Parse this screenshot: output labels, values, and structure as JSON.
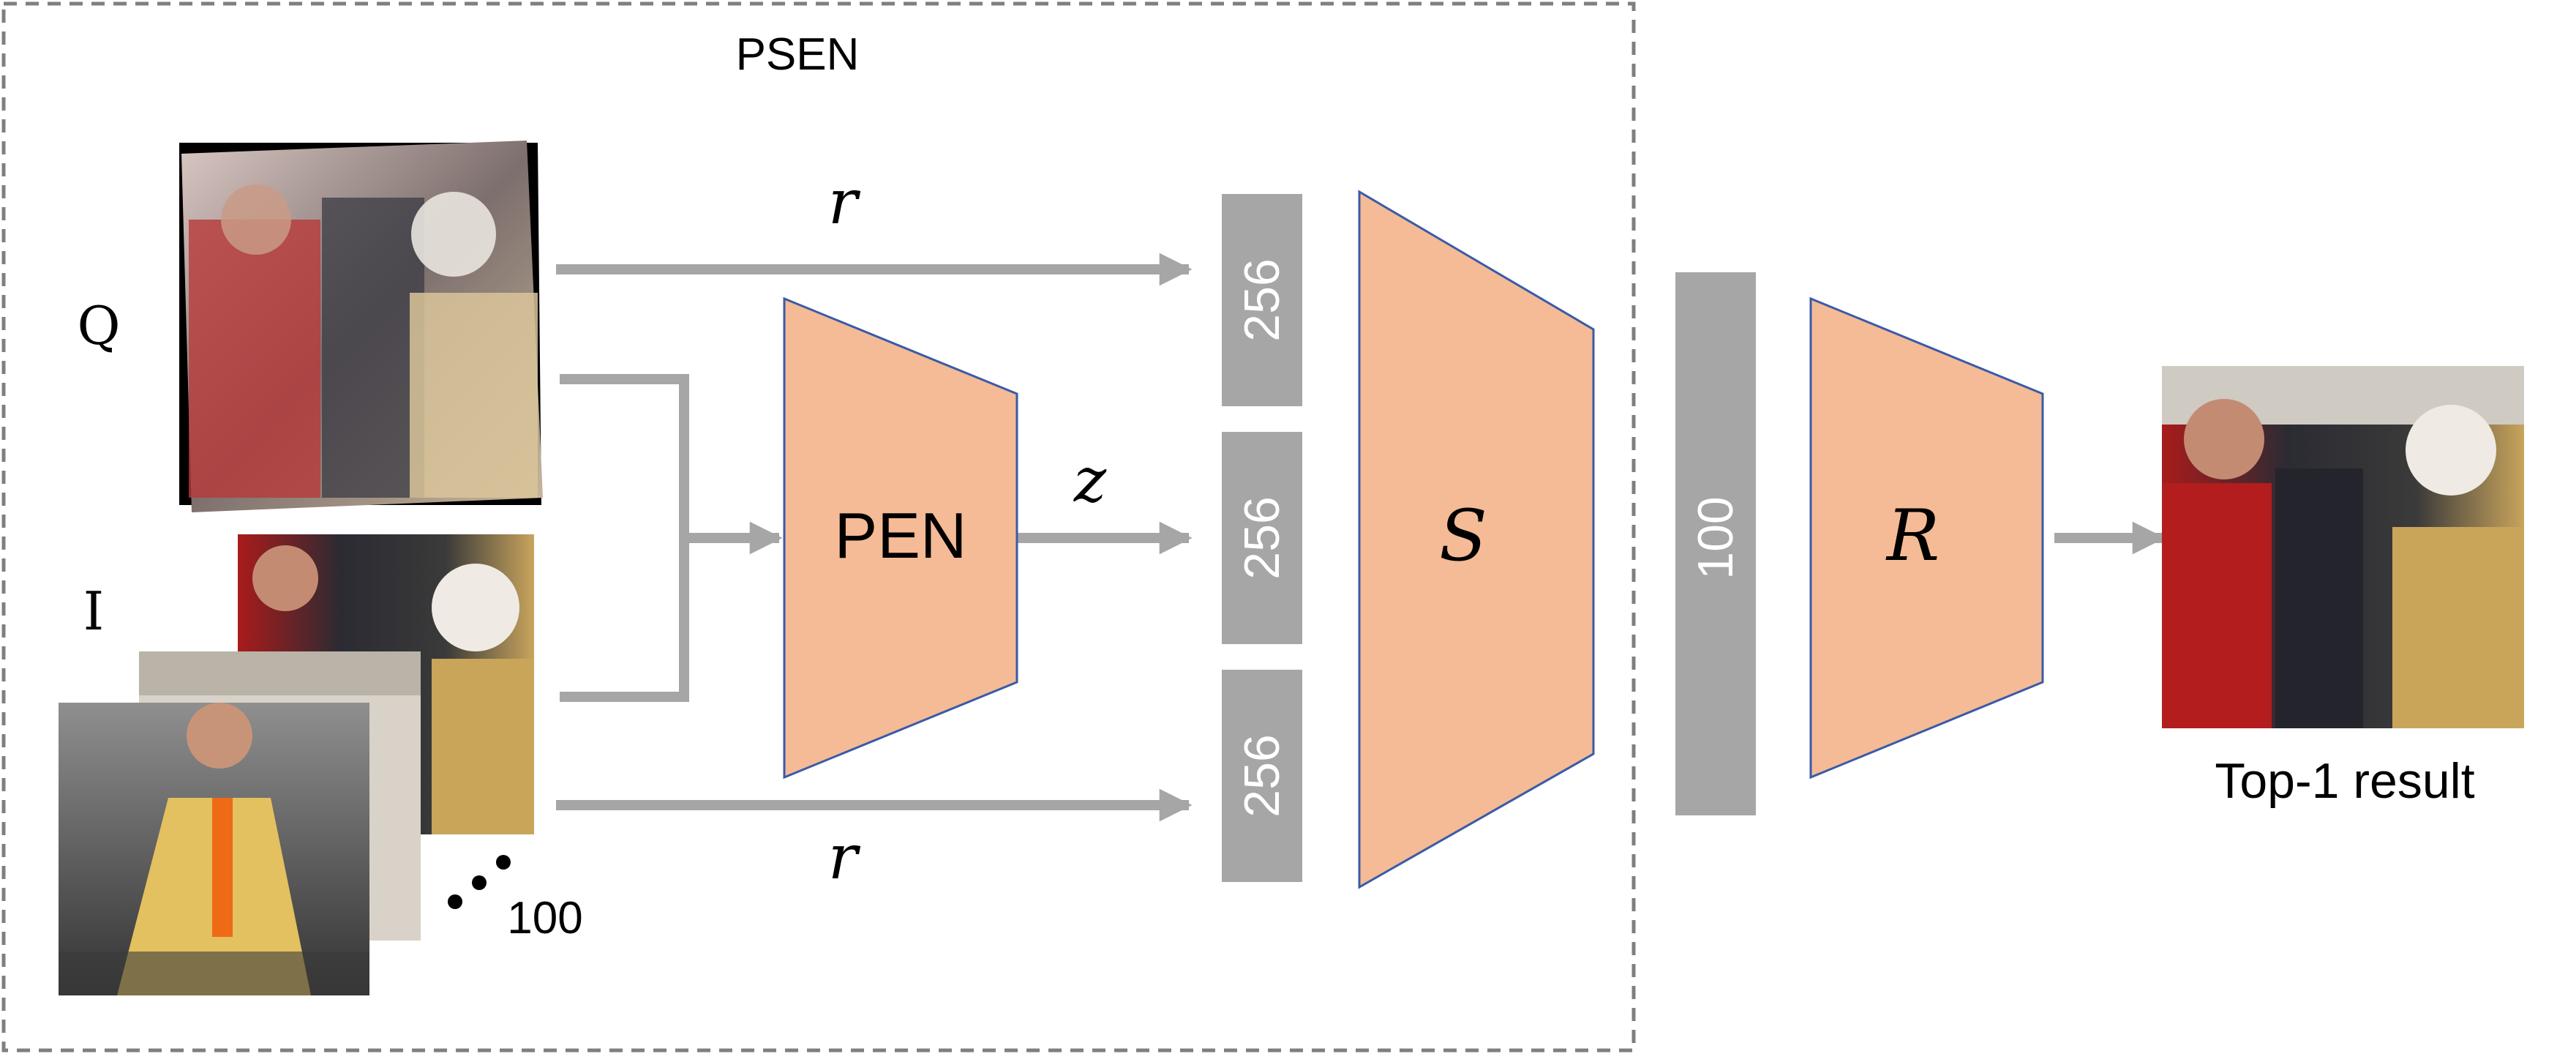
{
  "psen_label": "PSEN",
  "query_label": "Q",
  "images_label": "I",
  "image_count": "100",
  "pen_label": "PEN",
  "s_label": "S",
  "r_block_label": "R",
  "r_top_label": "r",
  "r_bottom_label": "r",
  "z_label": "z",
  "feature_sizes": [
    "256",
    "256",
    "256"
  ],
  "fused_size": "100",
  "result_label": "Top-1 result",
  "colors": {
    "trapezoid_fill": "#f4bb96",
    "trapezoid_stroke": "#3a5aa8",
    "bar": "#a6a6a6",
    "arrow": "#a6a6a6",
    "dashed_border": "#7f7f7f"
  }
}
